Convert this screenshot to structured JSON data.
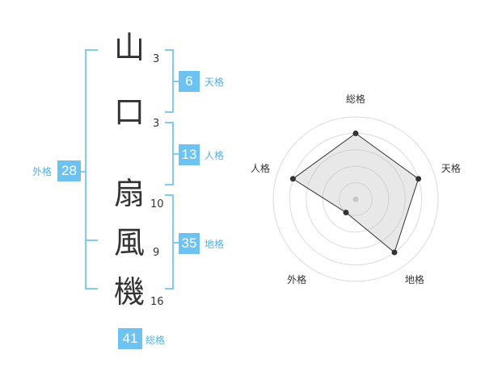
{
  "name": {
    "chars": [
      {
        "char": "山",
        "strokes": "3"
      },
      {
        "char": "口",
        "strokes": "3"
      },
      {
        "char": "扇",
        "strokes": "10"
      },
      {
        "char": "風",
        "strokes": "9"
      },
      {
        "char": "機",
        "strokes": "16"
      }
    ]
  },
  "fortune": {
    "tenkaku": {
      "value": "6",
      "label": "天格"
    },
    "jinkaku": {
      "value": "13",
      "label": "人格"
    },
    "chikaku": {
      "value": "35",
      "label": "地格"
    },
    "gaikaku": {
      "value": "28",
      "label": "外格"
    },
    "soukaku": {
      "value": "41",
      "label": "総格"
    }
  },
  "colors": {
    "accent": "#6cc3f2",
    "bracket": "#84c9f2",
    "text": "#333333"
  },
  "chart_data": {
    "type": "radar",
    "axes": [
      "総格",
      "天格",
      "地格",
      "外格",
      "人格"
    ],
    "values": [
      0.8,
      0.8,
      0.8,
      0.2,
      0.8
    ],
    "max": 1,
    "rings": 5
  }
}
